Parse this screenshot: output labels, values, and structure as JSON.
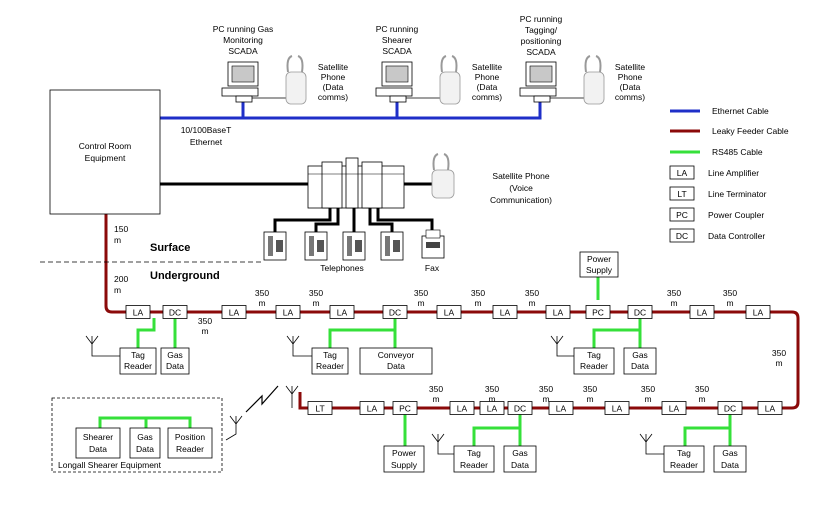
{
  "control_room": {
    "line1": "Control Room",
    "line2": "Equipment"
  },
  "ethernet": {
    "line1": "10/100BaseT",
    "line2": "Ethernet"
  },
  "pcs": [
    {
      "l1": "PC running Gas",
      "l2": "Monitoring",
      "l3": "SCADA"
    },
    {
      "l1": "PC running",
      "l2": "Shearer",
      "l3": "SCADA"
    },
    {
      "l1": "PC running",
      "l2": "Tagging/",
      "l3": "positioning",
      "l4": "SCADA"
    }
  ],
  "sat_data": {
    "l1": "Satellite",
    "l2": "Phone",
    "l3": "(Data",
    "l4": "comms)"
  },
  "sat_voice": {
    "l1": "Satellite Phone",
    "l2": "(Voice",
    "l3": "Communication)"
  },
  "voice": {
    "telephones": "Telephones",
    "fax": "Fax"
  },
  "zones": {
    "surface": "Surface",
    "underground": "Underground"
  },
  "legend": {
    "ethernet": "Ethernet Cable",
    "leaky": "Leaky Feeder Cable",
    "rs485": "RS485 Cable",
    "la_abbr": "LA",
    "la": "Line Amplifier",
    "lt_abbr": "LT",
    "lt": "Line Terminator",
    "pc_abbr": "PC",
    "pc": "Power Coupler",
    "dc_abbr": "DC",
    "dc": "Data Controller"
  },
  "dist": {
    "d150": "150",
    "d200": "200",
    "d350": "350",
    "m": "m"
  },
  "feeder_top": [
    "LA",
    "DC",
    "LA",
    "LA",
    "LA",
    "DC",
    "LA",
    "LA",
    "LA",
    "PC",
    "DC",
    "LA",
    "LA"
  ],
  "feeder_bottom": [
    "LT",
    "LA",
    "PC",
    "LA",
    "LA",
    "DC",
    "LA",
    "LA",
    "LA",
    "DC",
    "LA"
  ],
  "devices": {
    "power_supply_1": "Power",
    "power_supply_2": "Supply",
    "tag_1": "Tag",
    "tag_2": "Reader",
    "gas_1": "Gas",
    "gas_2": "Data",
    "conveyor_1": "Conveyor",
    "conveyor_2": "Data",
    "shearer_1": "Shearer",
    "shearer_2": "Data",
    "position_1": "Position",
    "position_2": "Reader",
    "shearer_group": "Longall Shearer Equipment"
  },
  "colors": {
    "ethernet": "#1f2fc8",
    "leaky_feeder": "#8b0a0a",
    "rs485": "#35e03a"
  }
}
